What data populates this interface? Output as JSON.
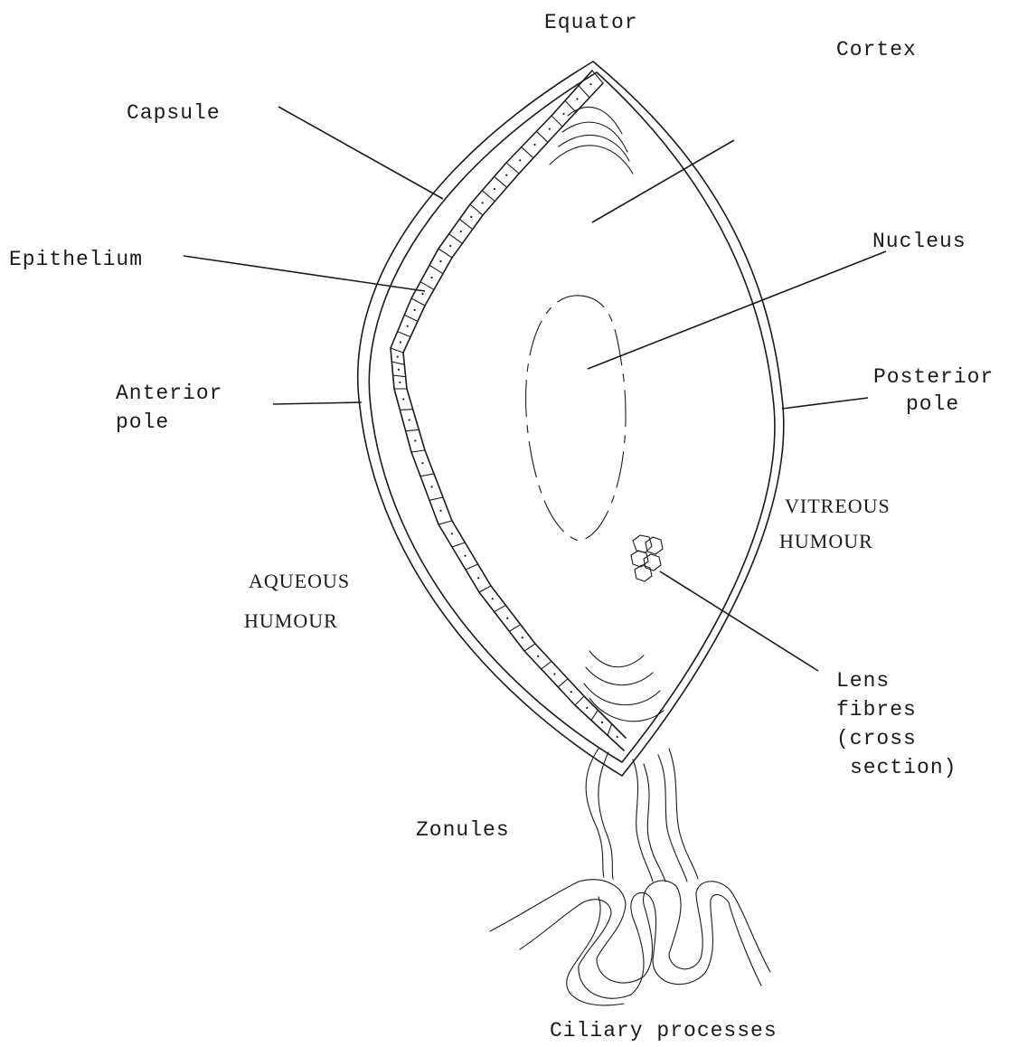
{
  "labels": {
    "equator": "Equator",
    "cortex": "Cortex",
    "capsule": "Capsule",
    "epithelium": "Epithelium",
    "nucleus": "Nucleus",
    "anterior_pole_1": "Anterior",
    "anterior_pole_2": "pole",
    "posterior_pole_1": "Posterior",
    "posterior_pole_2": "pole",
    "vitreous_1": "VITREOUS",
    "vitreous_2": "HUMOUR",
    "aqueous_1": "AQUEOUS",
    "aqueous_2": "HUMOUR",
    "lens_fibres_1": "Lens",
    "lens_fibres_2": "fibres",
    "lens_fibres_3": "(cross",
    "lens_fibres_4": "section)",
    "zonules": "Zonules",
    "ciliary": "Ciliary processes"
  }
}
